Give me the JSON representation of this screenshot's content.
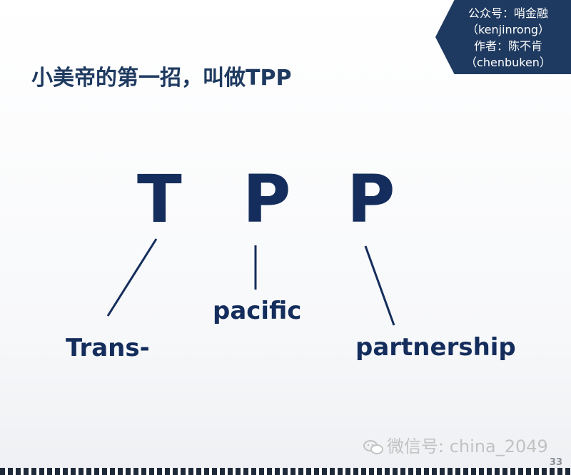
{
  "banner": {
    "line1": "公众号：哨金融",
    "line2": "（kenjinrong）",
    "line3": "作者：陈不肯",
    "line4": "（chenbuken）"
  },
  "title": "小美帝的第一招，叫做TPP",
  "acronym": {
    "letter1": "T",
    "letter2": "P",
    "letter3": "P"
  },
  "words": {
    "w1": "Trans-",
    "w2": "pacific",
    "w3": "partnership"
  },
  "footer": {
    "watermark": "微信号: china_2049",
    "page_number": "33"
  },
  "colors": {
    "navy": "#142d5c",
    "banner": "#1f3a60"
  }
}
